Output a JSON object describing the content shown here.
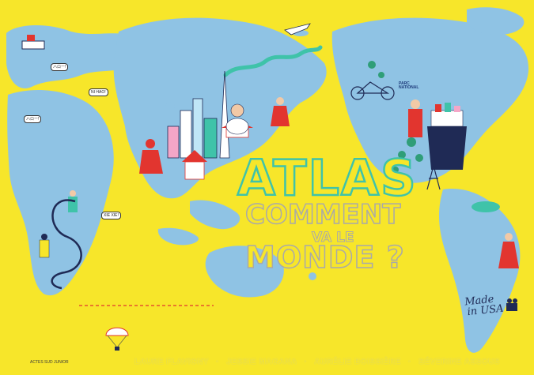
{
  "cover": {
    "title": "ATLAS",
    "subtitle_line1": "COMMENT",
    "subtitle_line2": "VA LE",
    "subtitle_line3": "MONDE ?",
    "authors": [
      "LAURE FLAVIGNY",
      "JESSIE MAGANA",
      "AURÉLIE BOISSIÈRE",
      "SÉVERINE ASSOUS"
    ],
    "author_separator": "·",
    "publisher": "ACTES SUD JUNIOR",
    "made_in_line1": "Made",
    "made_in_line2": "in USA",
    "bubble_labels": [
      "ハロー!",
      "NI HAO!",
      "ハロー!",
      "XIE XIE!"
    ],
    "park_sign": "PARC NATIONAL",
    "colors": {
      "background": "#f7e62a",
      "land": "#8fc3e4",
      "title_outline": "#3fc3a9",
      "subtitle_outline": "#a9a9a9",
      "accent_red": "#e2352f",
      "accent_navy": "#1f2a55"
    }
  }
}
